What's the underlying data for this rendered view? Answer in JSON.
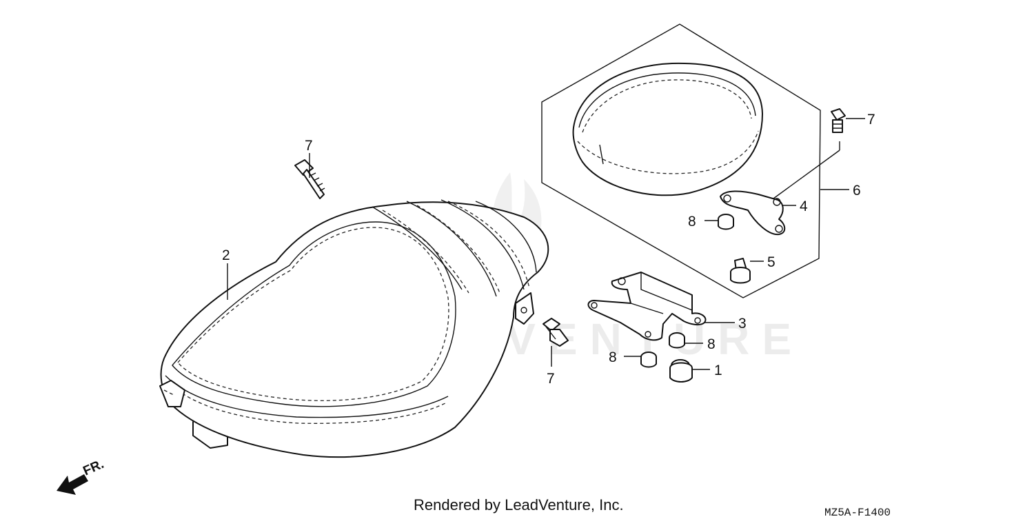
{
  "watermark": "LEADVENTURE",
  "footer_text": "Rendered by LeadVenture, Inc.",
  "diagram_code": "MZ5A-F1400",
  "front_indicator": "FR.",
  "callouts": {
    "seat": "2",
    "bolt_left_top": "7",
    "bolt_center": "7",
    "bolt_right_top": "7",
    "pillion_assembly": "6",
    "plate": "4",
    "rubber_stop": "5",
    "bracket": "3",
    "nut_upper": "8",
    "nut_mid": "8",
    "nut_lower": "8",
    "cushion_nut": "1"
  }
}
